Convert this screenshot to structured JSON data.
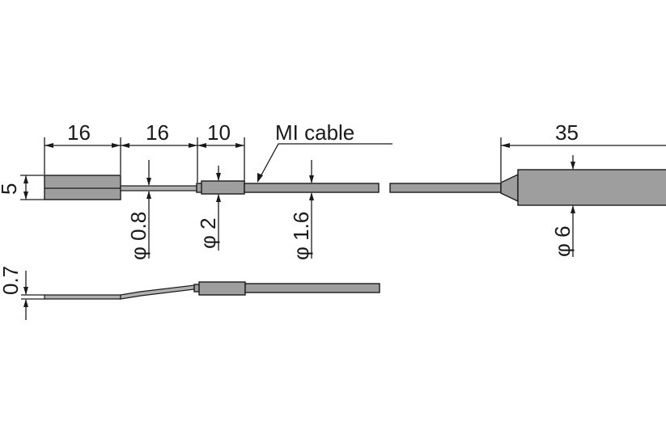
{
  "labels": {
    "dim_16_a": "16",
    "dim_16_b": "16",
    "dim_10": "10",
    "mi_cable": "MI cable",
    "dim_35": "35",
    "dim_5": "5",
    "dia_08": "φ 0.8",
    "dia_2": "φ 2",
    "dia_16": "φ 1.6",
    "dia_6": "φ 6",
    "dim_07": "0.7"
  },
  "colors": {
    "part_fill": "#9e9e9e",
    "line": "#1a1a1a"
  }
}
